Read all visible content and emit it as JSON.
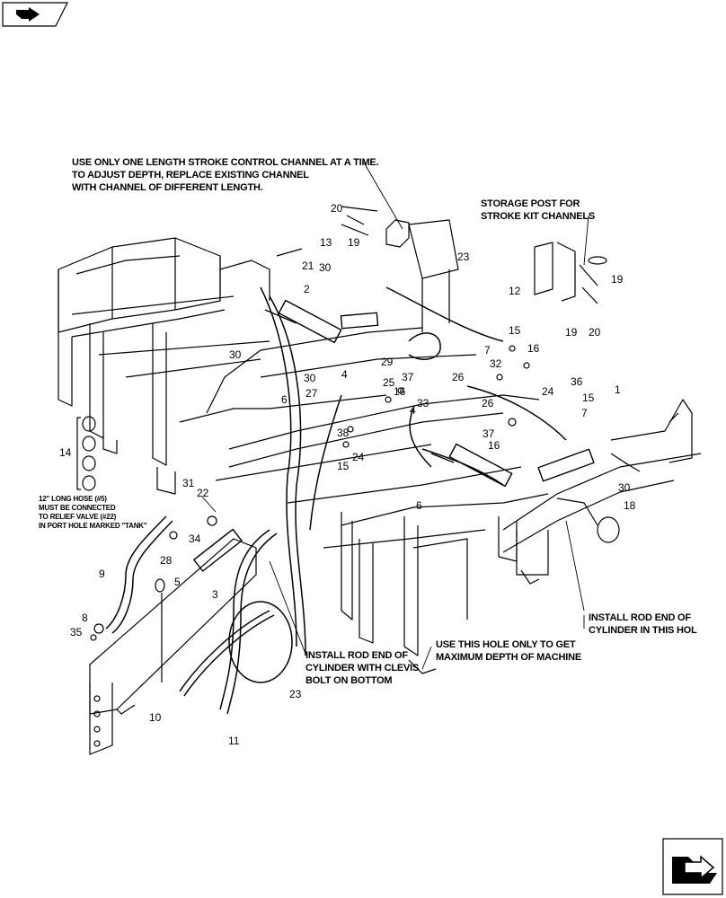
{
  "nav": {
    "prev_icon": "prev-page-arrow-icon",
    "next_icon": "next-page-arrow-icon"
  },
  "notes": {
    "stroke_control": [
      "USE ONLY ONE LENGTH STROKE CONTROL CHANNEL AT A TIME.",
      "TO ADJUST DEPTH, REPLACE EXISTING CHANNEL",
      "WITH CHANNEL OF DIFFERENT LENGTH."
    ],
    "storage_post": [
      "STORAGE POST FOR",
      "STROKE KIT CHANNELS"
    ],
    "hose": [
      "12\" LONG HOSE (#5)",
      "MUST BE CONNECTED",
      "TO RELIEF VALVE (#22)",
      "IN PORT HOLE MARKED \"TANK\""
    ],
    "clevis": [
      "INSTALL ROD END OF",
      "CYLINDER WITH CLEVIS",
      "BOLT ON BOTTOM"
    ],
    "depth_hole": [
      "USE THIS HOLE ONLY TO GET",
      "MAXIMUM DEPTH OF MACHINE"
    ],
    "rod_end": [
      "INSTALL ROD END OF",
      "CYLINDER IN THIS HOL"
    ]
  },
  "callouts": [
    "1",
    "2",
    "3",
    "4",
    "5",
    "6",
    "7",
    "8",
    "9",
    "10",
    "11",
    "12",
    "13",
    "14",
    "15",
    "16",
    "18",
    "19",
    "20",
    "21",
    "22",
    "23",
    "24",
    "25",
    "26",
    "27",
    "28",
    "29",
    "30",
    "31",
    "32",
    "33",
    "34",
    "35",
    "36",
    "37",
    "38"
  ],
  "colors": {
    "line": "#000000",
    "background": "#ffffff"
  }
}
